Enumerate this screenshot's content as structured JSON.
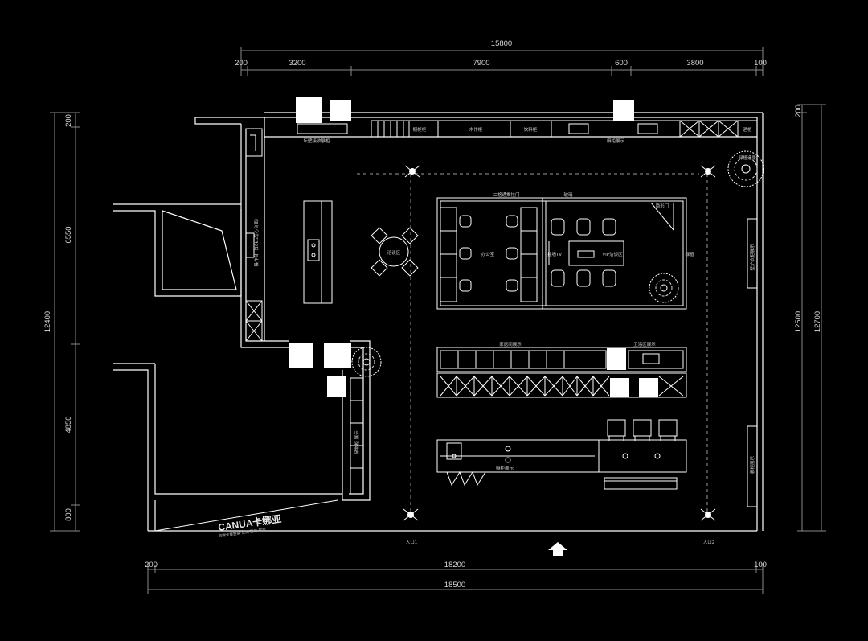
{
  "dimensions": {
    "top_total": "15800",
    "top_segments": [
      "200",
      "3200",
      "7900",
      "600",
      "3800",
      "100"
    ],
    "bottom_segments": [
      "200",
      "18200",
      "100"
    ],
    "bottom_total": "18500",
    "left_segments": [
      "200",
      "6550",
      "12400",
      "4850",
      "800"
    ],
    "right_inner": "12500",
    "right_outer": "12700",
    "right_top": "200"
  },
  "rooms": {
    "storage_top": "坛壁接收展柜",
    "cabinet_1": "橱柜柜",
    "cabinet_2": "木作柜",
    "cabinet_3": "饮料柜",
    "cabinet_4": "橱柜展示",
    "cabinet_5": "酒柜",
    "plant_label": "绿植造景",
    "office_door": "二格通推拉门",
    "glass": "玻璃",
    "hidden_door": "隐形门",
    "office": "办公室",
    "tv": "挂墙TV",
    "vip": "VIP洽谈区",
    "meeting": "洽谈区",
    "planter": "绿植",
    "kitchen_counter": "操作台（10ku岛心台面）",
    "home_display": "家居间展示",
    "bath_display": "卫浴区展示",
    "cabinet_display": "橱柜展示",
    "right_wall_display": "壁炉衣柜展示",
    "right_lower_display": "橱柜展示",
    "left_wall_display": "储物柜 展示"
  },
  "entrances": {
    "entry_1": "入口1",
    "entry_2": "入口2"
  },
  "brand": {
    "name": "CANUA卡娜亚",
    "tagline": "高端全屋整装·定制·整体·软装"
  },
  "icons": {
    "entrance_arrow": "up-arrow-icon",
    "spotlight": "spotlight-icon",
    "tree": "tree-icon"
  }
}
